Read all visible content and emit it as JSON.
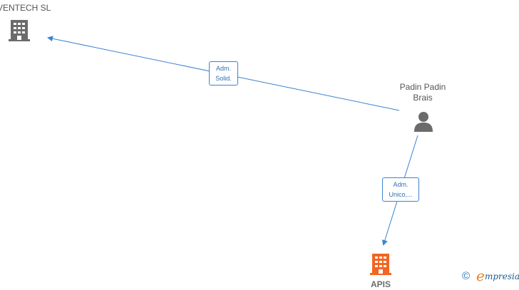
{
  "nodes": {
    "company_top": {
      "label": "VENTECH SL",
      "icon": "building-icon",
      "color": "#6b6b6b"
    },
    "person": {
      "label_line1": "Padin Padin",
      "label_line2": "Brais",
      "icon": "person-icon",
      "color": "#6b6b6b"
    },
    "company_bottom": {
      "label": "APIS",
      "icon": "building-icon",
      "color": "#f26522"
    }
  },
  "edges": {
    "to_top": {
      "line1": "Adm.",
      "line2": "Solid."
    },
    "to_bottom": {
      "line1": "Adm.",
      "line2": "Unico,..."
    }
  },
  "colors": {
    "edge": "#3b83cf"
  },
  "brand": {
    "copyright": "©",
    "initial": "e",
    "name": "mpresia"
  }
}
